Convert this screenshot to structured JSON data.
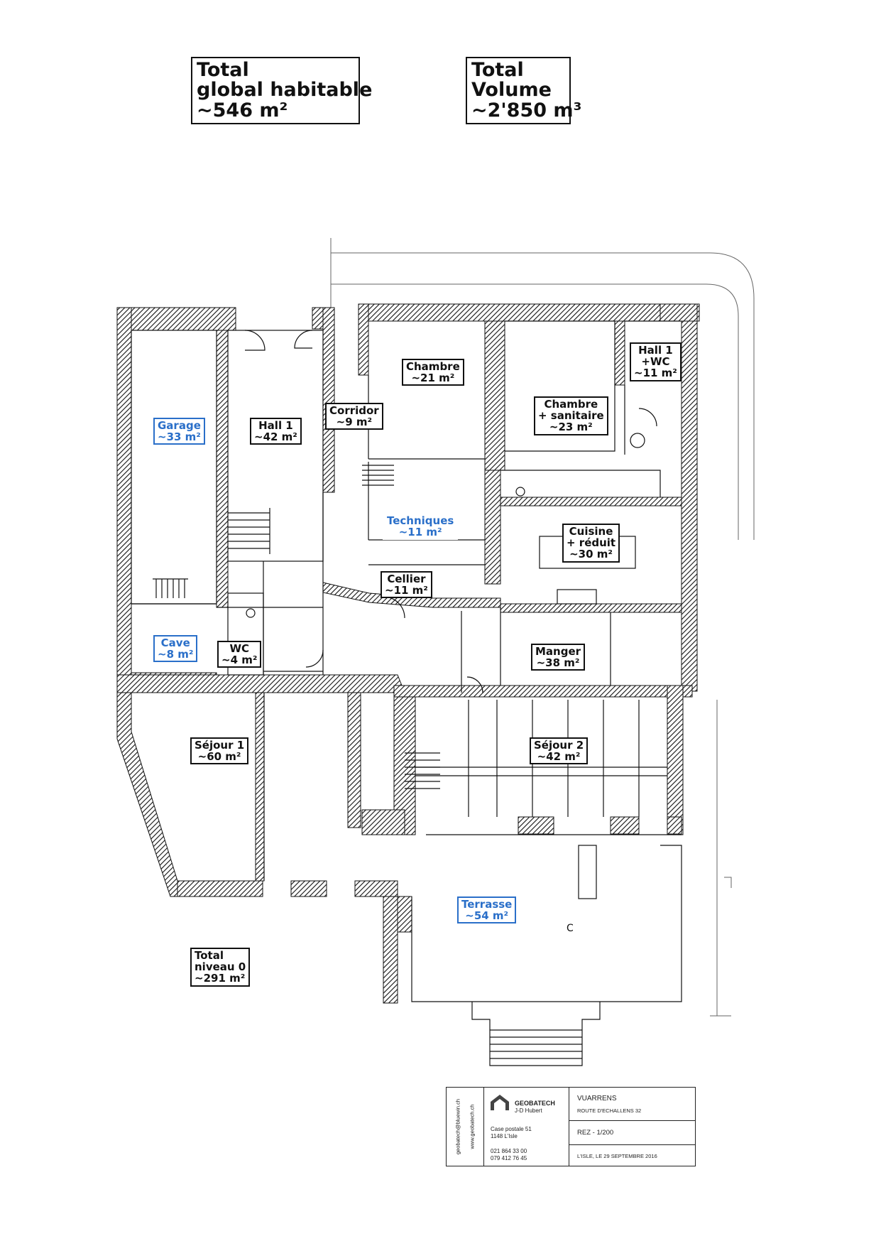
{
  "totals": {
    "global": {
      "line1": "Total",
      "line2": "global habitable",
      "line3": "~546 m²"
    },
    "volume": {
      "line1": "Total",
      "line2": "Volume",
      "line3": "~2'850 m³"
    },
    "level0": {
      "line1": "Total",
      "line2": "niveau 0",
      "line3": "~291 m²"
    }
  },
  "rooms": [
    {
      "id": "garage",
      "name": "Garage",
      "area": "~33 m²",
      "color": "#2a6fc9"
    },
    {
      "id": "hall1",
      "name": "Hall 1",
      "area": "~42 m²",
      "color": "#111111"
    },
    {
      "id": "corridor",
      "name": "Corridor",
      "area": "~9 m²",
      "color": "#111111"
    },
    {
      "id": "chambre",
      "name": "Chambre",
      "area": "~21 m²",
      "color": "#111111"
    },
    {
      "id": "chambre-sanitaire",
      "name": "Chambre",
      "name2": "+ sanitaire",
      "area": "~23 m²",
      "color": "#111111"
    },
    {
      "id": "hall1-wc",
      "name": "Hall 1",
      "name2": "+WC",
      "area": "~11 m²",
      "color": "#111111"
    },
    {
      "id": "techniques",
      "name": "Techniques",
      "area": "~11 m²",
      "color": "#2a6fc9"
    },
    {
      "id": "cuisine",
      "name": "Cuisine",
      "name2": "+ réduit",
      "area": "~30 m²",
      "color": "#111111"
    },
    {
      "id": "cellier",
      "name": "Cellier",
      "area": "~11 m²",
      "color": "#111111"
    },
    {
      "id": "cave",
      "name": "Cave",
      "area": "~8 m²",
      "color": "#2a6fc9"
    },
    {
      "id": "wc",
      "name": "WC",
      "area": "~4 m²",
      "color": "#111111"
    },
    {
      "id": "manger",
      "name": "Manger",
      "area": "~38 m²",
      "color": "#111111"
    },
    {
      "id": "sejour1",
      "name": "Séjour 1",
      "area": "~60 m²",
      "color": "#111111"
    },
    {
      "id": "sejour2",
      "name": "Séjour 2",
      "area": "~42 m²",
      "color": "#111111"
    },
    {
      "id": "terrasse",
      "name": "Terrasse",
      "area": "~54 m²",
      "color": "#2a6fc9"
    }
  ],
  "mark": "C",
  "cartouche": {
    "email": "geobatech@bluewin.ch",
    "web": "www.geobatech.ch",
    "company": "GEOBATECH",
    "person": "J-D Hubert",
    "address1": "Case postale 51",
    "address2": "1148 L'Isle",
    "tel1": "021 864 33 00",
    "tel2": "079 412 76 45",
    "place": "VUARRENS",
    "street": "ROUTE D'ECHALLENS 32",
    "plan": "REZ - 1/200",
    "date": "L'ISLE, LE 29 SEPTEMBRE 2016"
  }
}
